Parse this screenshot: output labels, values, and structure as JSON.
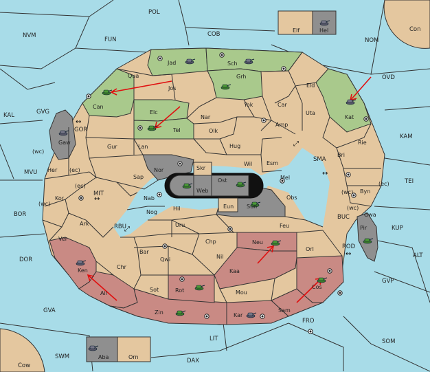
{
  "seas": {
    "pol": "POL",
    "nvm": "NVM",
    "fun": "FUN",
    "cob": "COB",
    "nom": "NOM",
    "con": "Con",
    "ovd": "OVD",
    "kal": "KAL",
    "gvg": "GVG",
    "kam": "KAM",
    "mvu": "MVU",
    "tei": "TEI",
    "bor": "BOR",
    "kup": "KUP",
    "dor": "DOR",
    "alt": "ALT",
    "gvp": "GVP",
    "gva": "GVA",
    "fro": "FRO",
    "som": "SOM",
    "lit": "LIT",
    "swm": "SWM",
    "dax": "DAX",
    "cow": "Cow",
    "gor": "GOR",
    "mit": "MIT",
    "rbu": "RBU",
    "sma": "SMA",
    "buc": "BUC",
    "rod": "ROD"
  },
  "provinces": {
    "elf": "Elf",
    "hel": "Hel",
    "jad": "Jad",
    "sch": "Sch",
    "qua": "Qua",
    "jos": "Jos",
    "grh": "Grh",
    "can": "Can",
    "eld": "Eld",
    "yok": "Yok",
    "car": "Car",
    "elc": "Elc",
    "nar": "Nar",
    "uta": "Uta",
    "kat": "Kat",
    "tel": "Tel",
    "olk": "Olk",
    "amp": "Amp",
    "gaw": "Gaw",
    "gur": "Gur",
    "lan": "Lan",
    "hug": "Hug",
    "rie": "Rie",
    "bri": "Bri",
    "wil": "Wil",
    "esm": "Esm",
    "her": "Her",
    "nor": "Nor",
    "skr": "Skr",
    "mel": "Mel",
    "sap": "Sap",
    "ost": "Ost",
    "web": "Web",
    "byn": "Byn",
    "kor": "Kor",
    "obs": "Obs",
    "nab": "Nab",
    "eun": "Eun",
    "sun": "Sun",
    "gwa": "Gwa",
    "hil": "Hil",
    "nog": "Nog",
    "ark": "Ark",
    "uru": "Uru",
    "feu": "Feu",
    "pir": "Pir",
    "ver": "Ver",
    "chp": "Chp",
    "neu": "Neu",
    "bar": "Bar",
    "qwi": "Qwi",
    "nil": "Nil",
    "orl": "Orl",
    "ken": "Ken",
    "chr": "Chr",
    "kaa": "Kaa",
    "ail": "Ail",
    "sot": "Sot",
    "rot": "Rot",
    "mou": "Mou",
    "cos": "Cos",
    "zin": "Zin",
    "kar": "Kar",
    "sam": "Sam",
    "aba": "Aba",
    "orn": "Orn"
  },
  "coast_marks": {
    "wc1": "(wc)",
    "ec1": "(ec)",
    "ec2": "(ec)",
    "wc2": "(wc)",
    "wc3": "(wc)",
    "ec3": "(ec)",
    "wc4": "(wc)"
  },
  "colors": {
    "sea": "#a8dce8",
    "neutral": "#e4c79f",
    "green_power": "#a9c98c",
    "red_power": "#c98a84",
    "grey_power": "#8f8f8f",
    "arrow": "#e01010"
  }
}
